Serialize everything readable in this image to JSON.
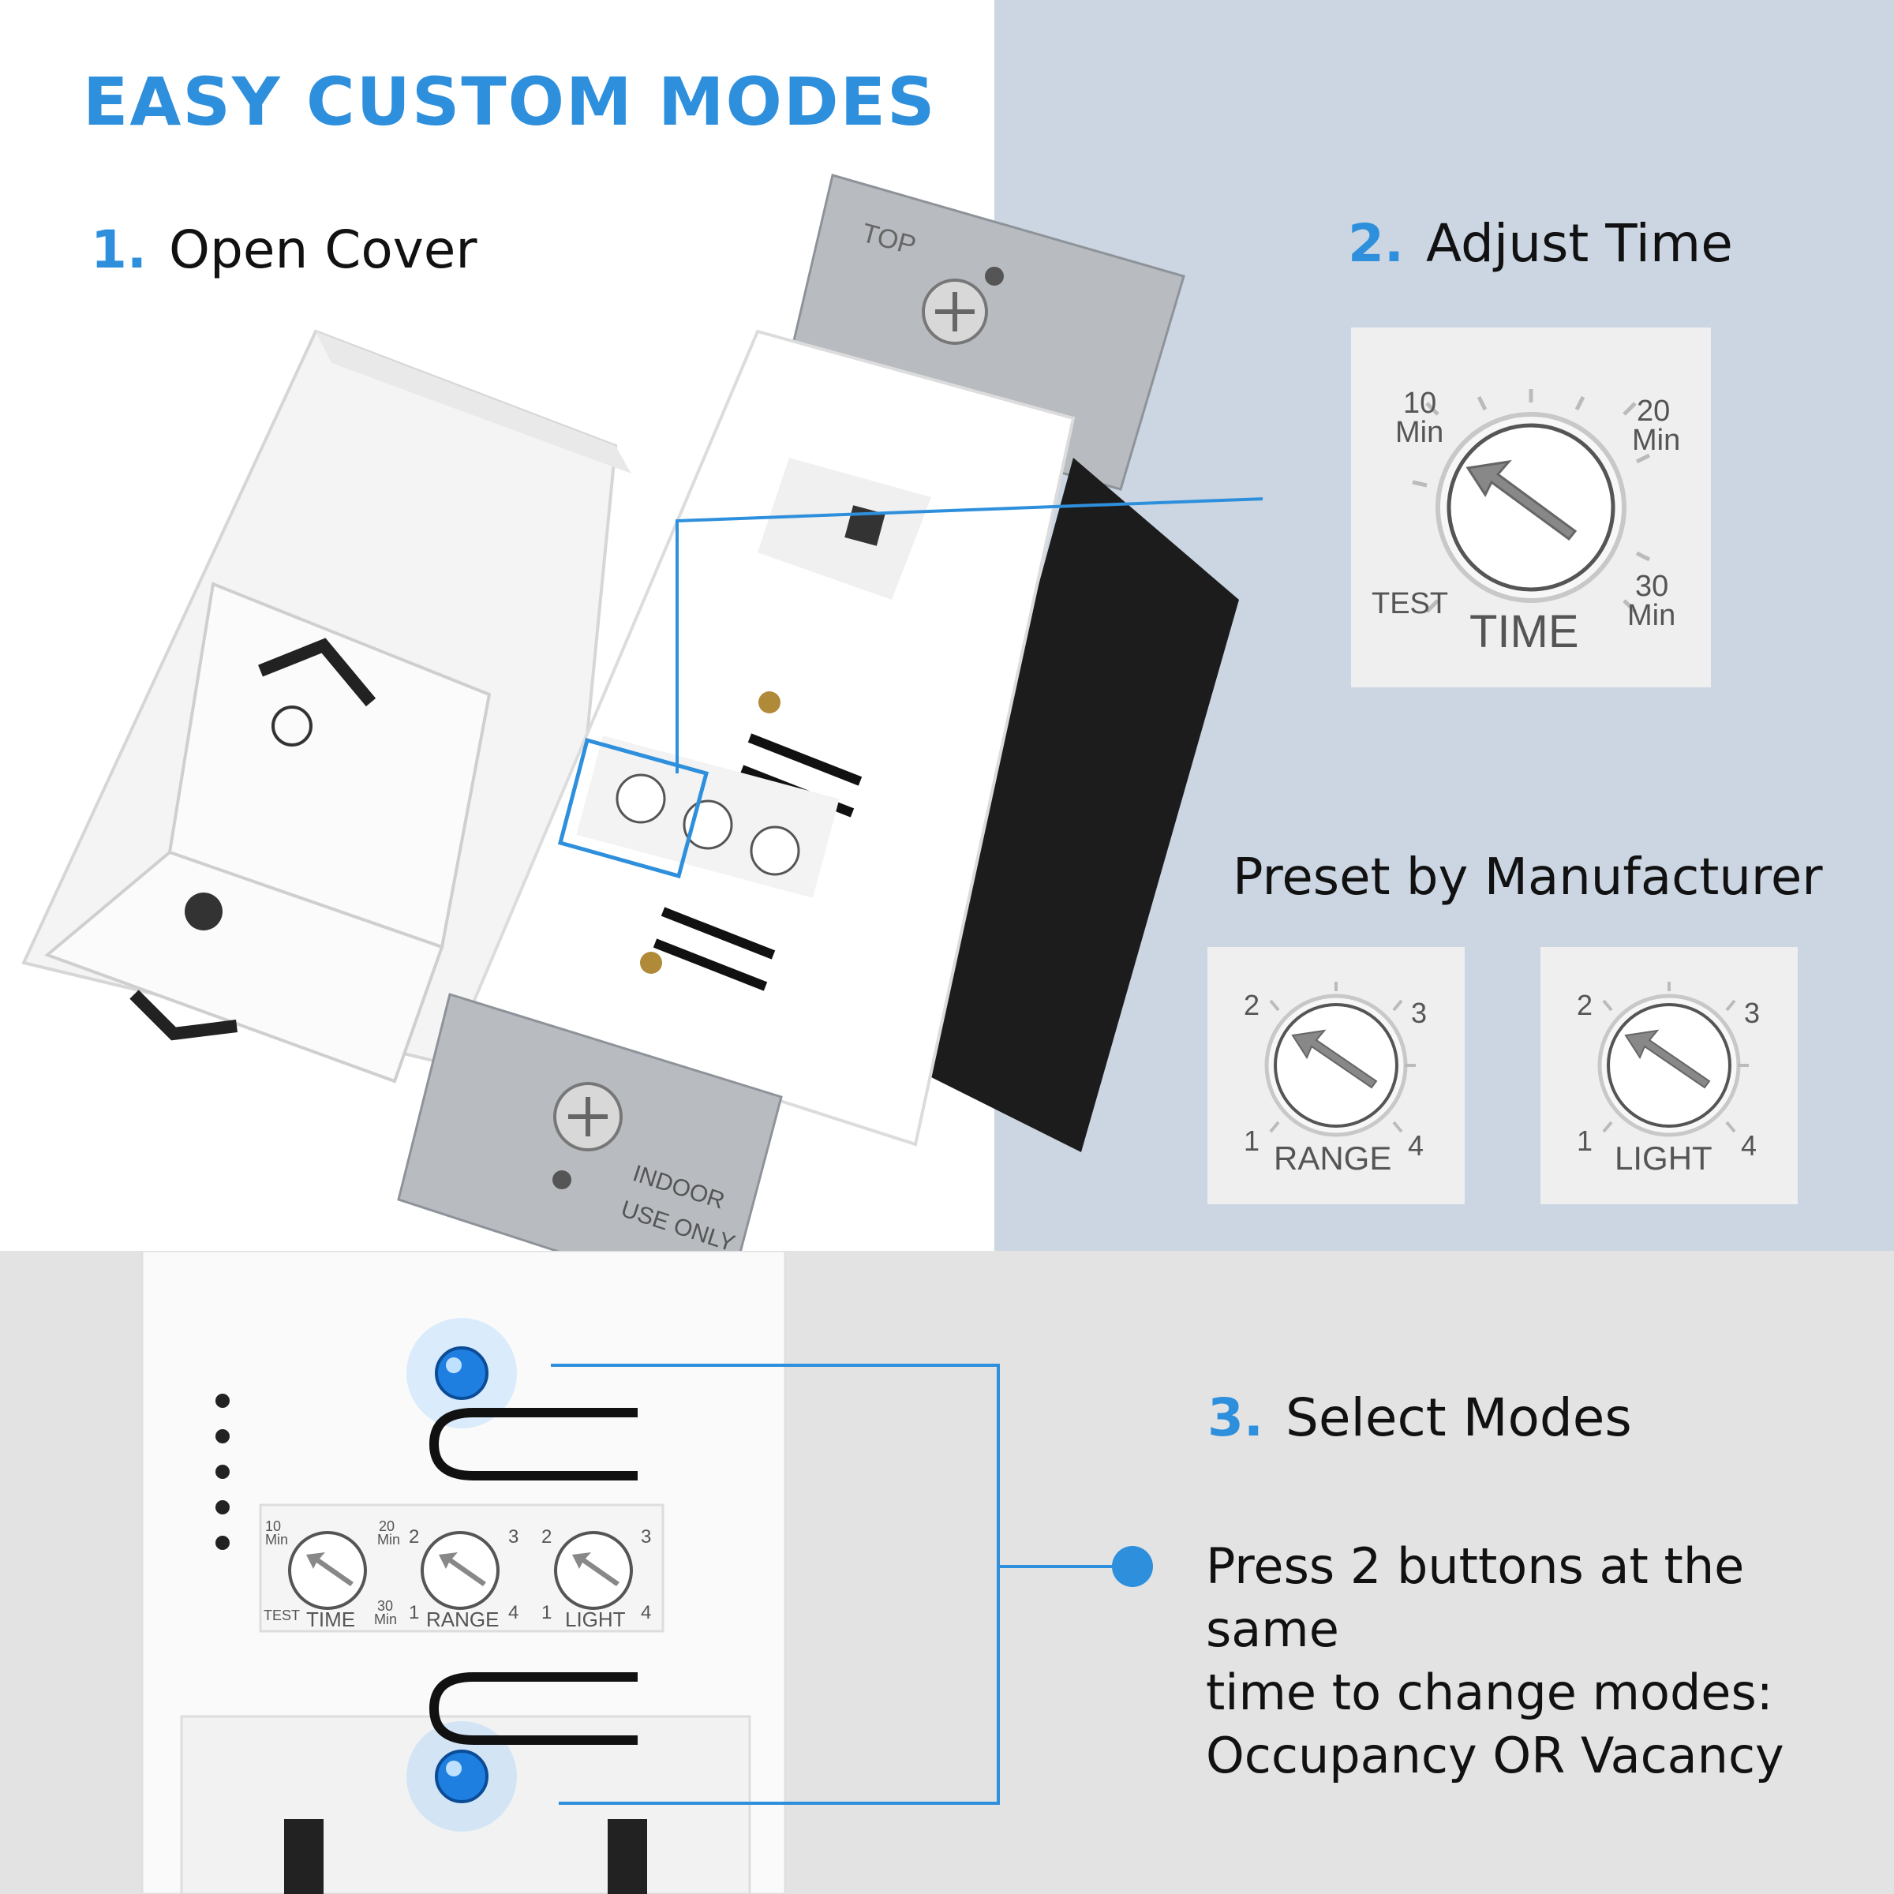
{
  "headline": "EASY CUSTOM MODES",
  "steps": [
    {
      "number": "1.",
      "label": "Open Cover"
    },
    {
      "number": "2.",
      "label": "Adjust Time"
    },
    {
      "number": "3.",
      "label": "Select Modes"
    }
  ],
  "preset_title": "Preset by Manufacturer",
  "select_modes_text": [
    "Press 2 buttons at the same",
    "time to change modes:",
    "Occupancy OR Vacancy"
  ],
  "time_dial": {
    "top_left": "10",
    "top_left_unit": "Min",
    "top_right": "20",
    "top_right_unit": "Min",
    "bottom_left": "TEST",
    "bottom_right": "30",
    "bottom_right_unit": "Min",
    "label": "TIME"
  },
  "range_dial": {
    "n2": "2",
    "n3": "3",
    "n1": "1",
    "n4": "4",
    "label": "RANGE"
  },
  "light_dial": {
    "n2": "2",
    "n3": "3",
    "n1": "1",
    "n4": "4",
    "label": "LIGHT"
  },
  "plate_top_text": "TOP",
  "plate_bottom_text": [
    "INDOOR",
    "USE ONLY"
  ],
  "colors": {
    "accent": "#2e8fdc",
    "panel_blue": "#cbd6e2",
    "panel_gray": "#e3e3e3",
    "led": "#1e7fe0"
  }
}
